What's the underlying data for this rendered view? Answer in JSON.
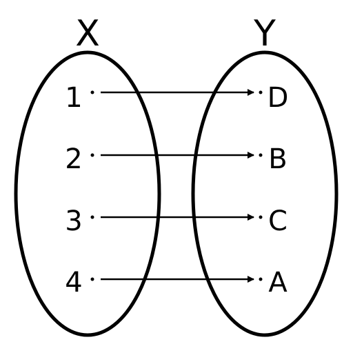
{
  "domain_set": {
    "label": "X",
    "elements": [
      "1",
      "2",
      "3",
      "4"
    ]
  },
  "codomain_set": {
    "label": "Y",
    "elements": [
      "D",
      "B",
      "C",
      "A"
    ]
  },
  "mapping": [
    {
      "from": "1",
      "to": "D"
    },
    {
      "from": "2",
      "to": "B"
    },
    {
      "from": "3",
      "to": "C"
    },
    {
      "from": "4",
      "to": "A"
    }
  ],
  "colors": {
    "stroke": "#000000",
    "background": "#ffffff"
  }
}
